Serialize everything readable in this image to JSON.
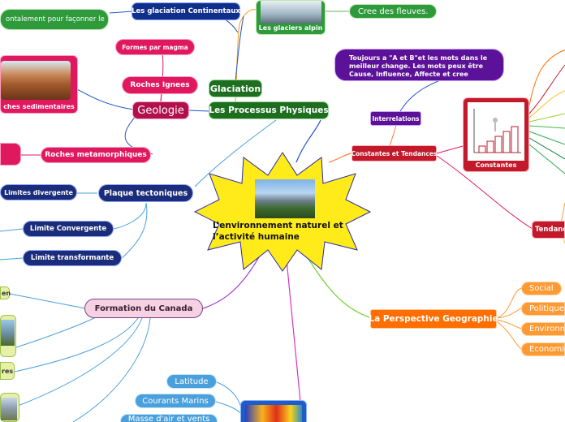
{
  "center": {
    "title": "L’environnement naturel et l’activité humaine"
  },
  "nodes": {
    "glaciation_continentaux": "Les glaciation Continentaux",
    "glaciers_alpin": "Les glaciers alpin",
    "cree_fleuves": "Cree des fleuves.",
    "horizontal_text": "ontalement pour façonner le",
    "formes_magma": "Formes par magma",
    "roches_ignees": "Roches Ignees",
    "glaciation": "Glaciation",
    "geologie": "Geologie",
    "processus_physiques": "Les Processus Physiques",
    "roches_sedimentaires": "ches sedimentaires",
    "roches_metamorphiques": "Roches metamorphiques",
    "plaque_tectoniques": "Plaque tectoniques",
    "limites_divergente": "Limites divergente",
    "limite_convergente": "Limite Convergente",
    "limite_transformante": "Limite transformante",
    "formation_canada": "Formation du Canada",
    "en_partial": "en",
    "res_partial": "res",
    "latitude": "Latitude",
    "courants_marins": "Courants Marins",
    "masse_air": "Masse d'air et vents",
    "interrelations": "Interrelations",
    "interrelations_note": "Toujours a \"A et B\"et les mots dans le meilleur change. Les mots peux être Cause, Influence, Affecte et cree",
    "constantes_tendances": "Constantes et Tendances",
    "constantes": "Constantes",
    "tendances": "Tendanc",
    "perspective": "La Perspective Geographie",
    "social": "Social",
    "politique": "Politique",
    "environnement": "Environn",
    "economie": "Economie"
  },
  "colors": {
    "center": "#ffeb1a",
    "blue": "#0f2f8a",
    "green": "#2e9a3c",
    "magenta": "#e0195f",
    "purple": "#5b1299",
    "red": "#c21a2a",
    "orange": "#ff6e00",
    "lightblue": "#4aa0dc"
  }
}
